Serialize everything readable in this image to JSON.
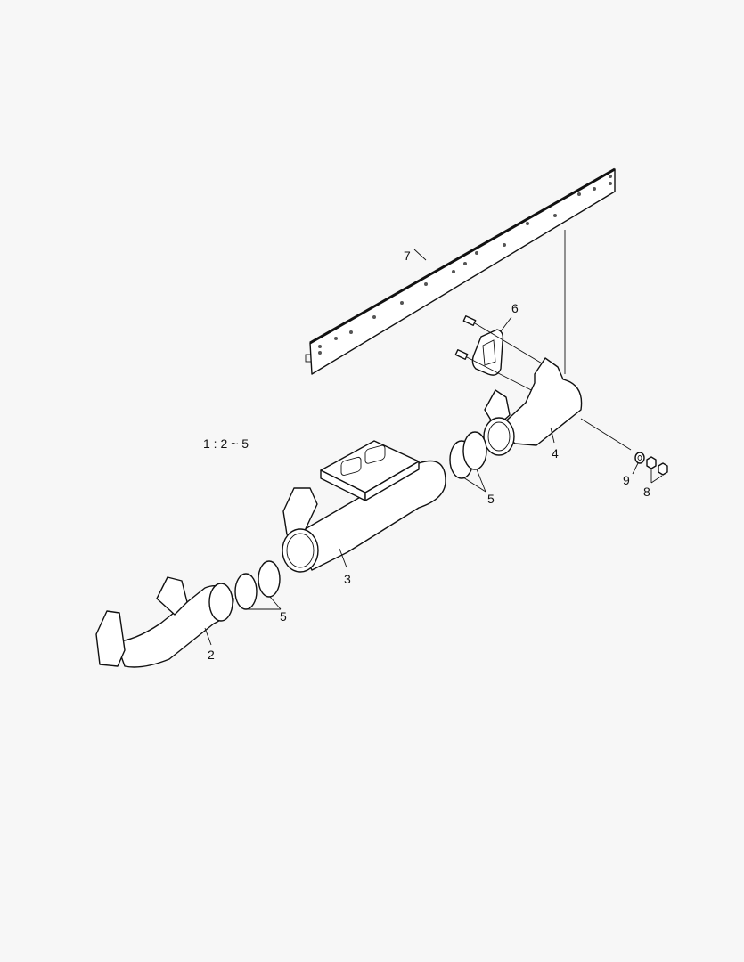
{
  "diagram": {
    "scale_note": "1 : 2 ~ 5",
    "callouts": [
      {
        "id": "7",
        "text": "7"
      },
      {
        "id": "6",
        "text": "6"
      },
      {
        "id": "4",
        "text": "4"
      },
      {
        "id": "9",
        "text": "9"
      },
      {
        "id": "8",
        "text": "8"
      },
      {
        "id": "5a",
        "text": "5"
      },
      {
        "id": "3",
        "text": "3"
      },
      {
        "id": "5b",
        "text": "5"
      },
      {
        "id": "2",
        "text": "2"
      }
    ]
  }
}
